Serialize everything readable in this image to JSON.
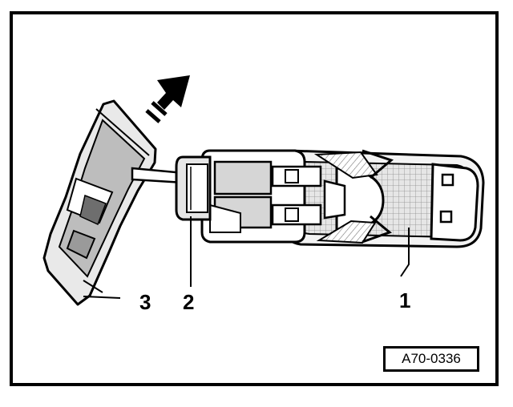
{
  "callouts": {
    "c1": "1",
    "c2": "2",
    "c3": "3"
  },
  "reference_code": "A70-0336",
  "colors": {
    "ink": "#000000",
    "paper": "#ffffff",
    "grey": "#bdbdbd"
  }
}
